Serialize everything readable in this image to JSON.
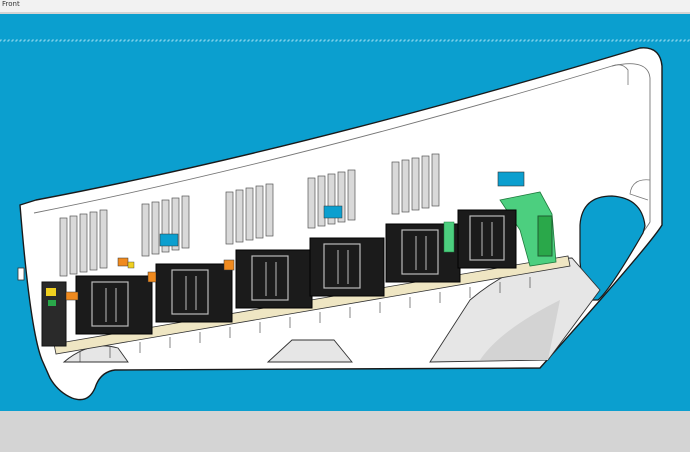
{
  "viewport": {
    "view_label": "Front",
    "background_color": "#0b9fcf",
    "floor_color": "#d4d4d4"
  },
  "model": {
    "enclosure_color": "#ffffff",
    "pcb_color": "#efe6c3",
    "module_color": "#1b1b1b",
    "heatsink_color": "#c8c8c8",
    "accent_colors": [
      "#f08a1e",
      "#2aa84a",
      "#4ccf7f",
      "#f0d020"
    ],
    "driver_modules": 6,
    "heatsinks": 5
  }
}
